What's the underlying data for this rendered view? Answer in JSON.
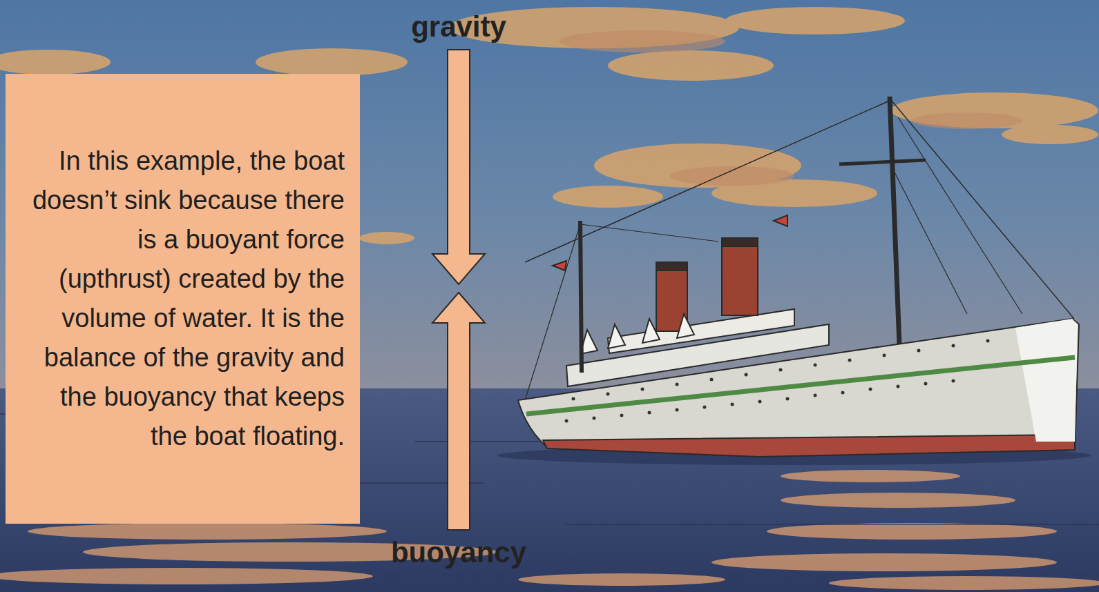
{
  "diagram": {
    "nodes": [
      {
        "text": [
          "In this example, the boat doesn’t sink because there is a buoyant force (upthrust) created by the volume of water. It is the balance of the gravity and the buoyancy that keeps the boat floating."
        ]
      }
    ],
    "labels": [
      "gravity",
      "buoyancy"
    ]
  }
}
